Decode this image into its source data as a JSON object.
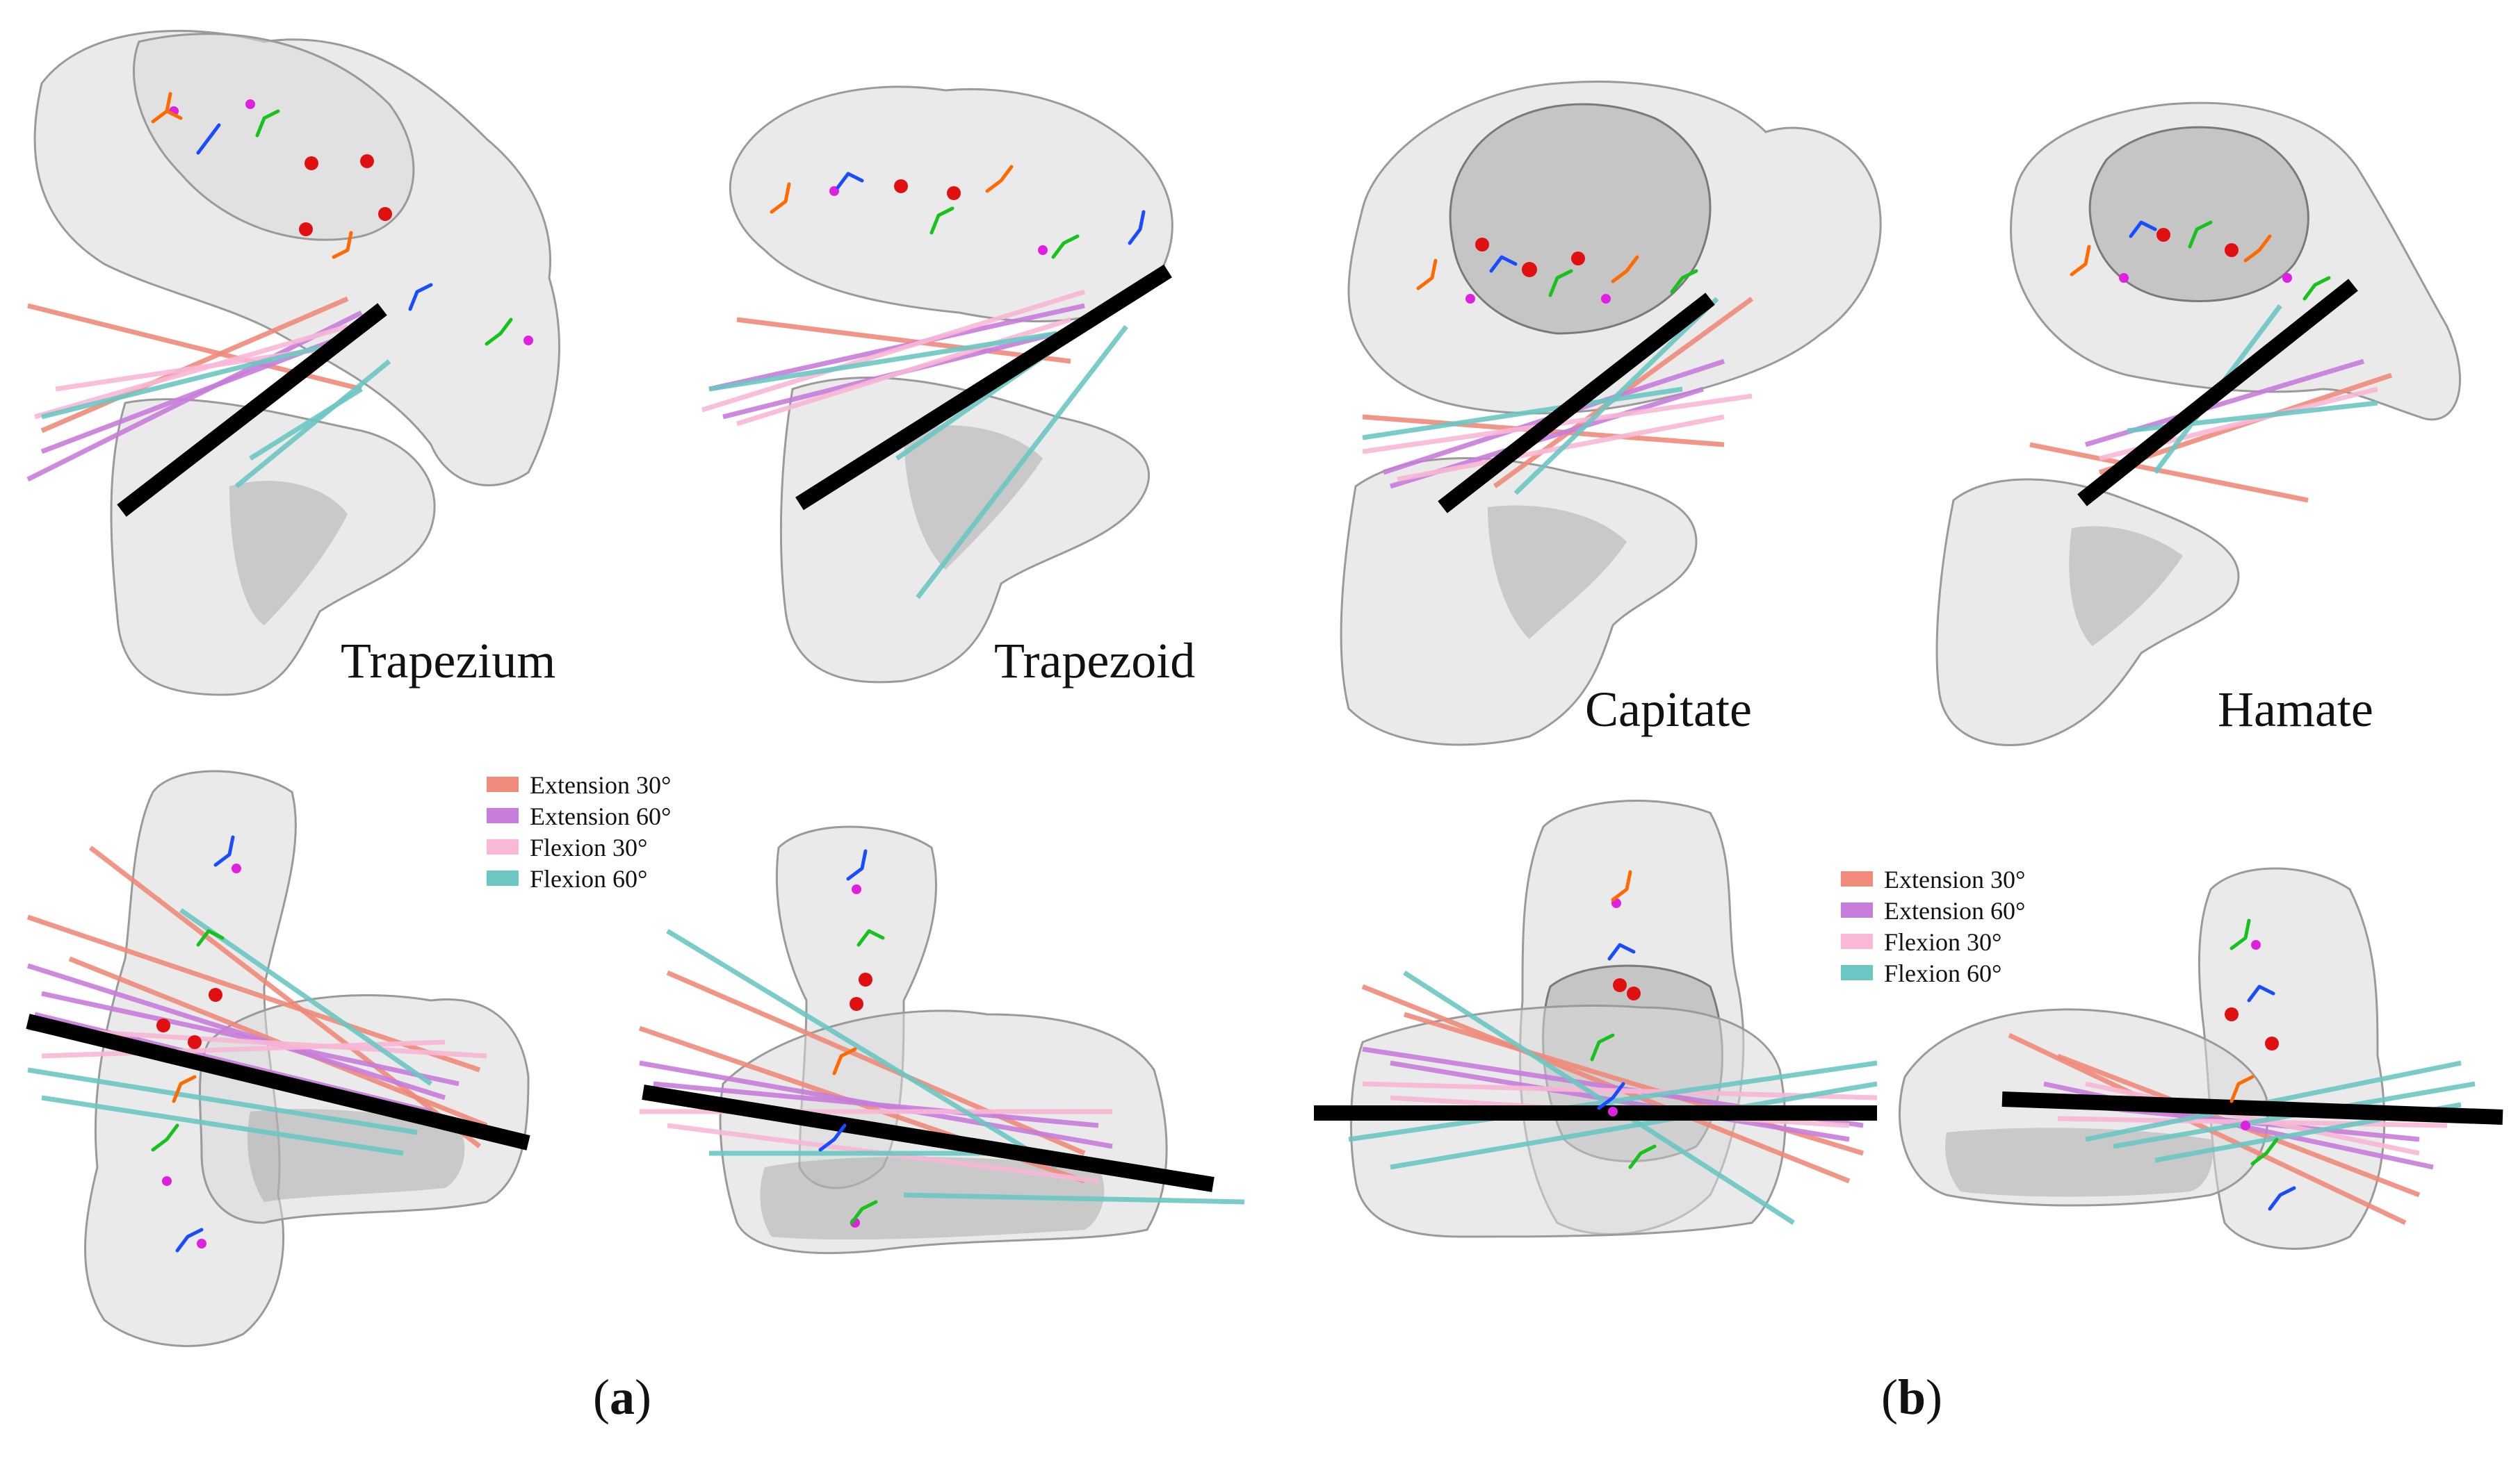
{
  "bone_labels": {
    "trapezium": "Trapezium",
    "trapezoid": "Trapezoid",
    "capitate": "Capitate",
    "hamate": "Hamate"
  },
  "legend": [
    {
      "label": "Extension 30°",
      "color": "#f08a7a"
    },
    {
      "label": "Extension 60°",
      "color": "#c77ddb"
    },
    {
      "label": "Flexion 30°",
      "color": "#f8b8d6"
    },
    {
      "label": "Flexion 60°",
      "color": "#6cc7c4"
    }
  ],
  "panel_labels": {
    "a": {
      "open": "(",
      "letter": "a",
      "close": ")"
    },
    "b": {
      "open": "(",
      "letter": "b",
      "close": ")"
    }
  },
  "colors": {
    "reference_axis": "#000000",
    "triad_x": "#ff6a00",
    "triad_y": "#1a4cff",
    "triad_z": "#16c21b",
    "point_red": "#e01010",
    "point_magenta": "#e020e0"
  },
  "icons": {
    "bone_shell": "translucent-bone-mesh",
    "coordinate_triad": "xyz-triad-icon"
  }
}
